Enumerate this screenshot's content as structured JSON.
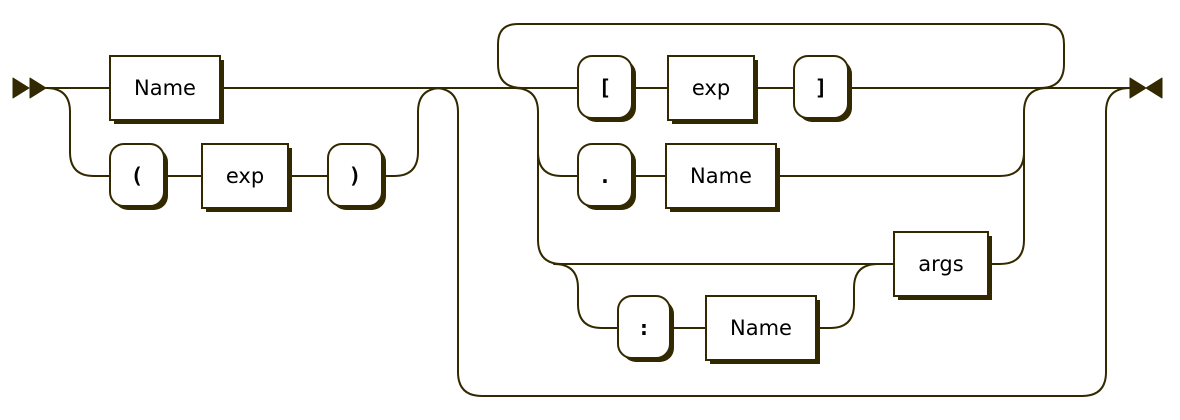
{
  "colors": {
    "line": "#332900",
    "box_fill": "#ffffff",
    "text": "#000000",
    "background": "#ffffff"
  },
  "nodes": {
    "name1": {
      "label": "Name",
      "kind": "nonterminal"
    },
    "lparen": {
      "label": "(",
      "kind": "terminal"
    },
    "exp1": {
      "label": "exp",
      "kind": "nonterminal"
    },
    "rparen": {
      "label": ")",
      "kind": "terminal"
    },
    "lbracket": {
      "label": "[",
      "kind": "terminal"
    },
    "exp2": {
      "label": "exp",
      "kind": "nonterminal"
    },
    "rbracket": {
      "label": "]",
      "kind": "terminal"
    },
    "dot": {
      "label": ".",
      "kind": "terminal"
    },
    "name2": {
      "label": "Name",
      "kind": "nonterminal"
    },
    "args": {
      "label": "args",
      "kind": "nonterminal"
    },
    "colon": {
      "label": ":",
      "kind": "terminal"
    },
    "name3": {
      "label": "Name",
      "kind": "nonterminal"
    }
  }
}
